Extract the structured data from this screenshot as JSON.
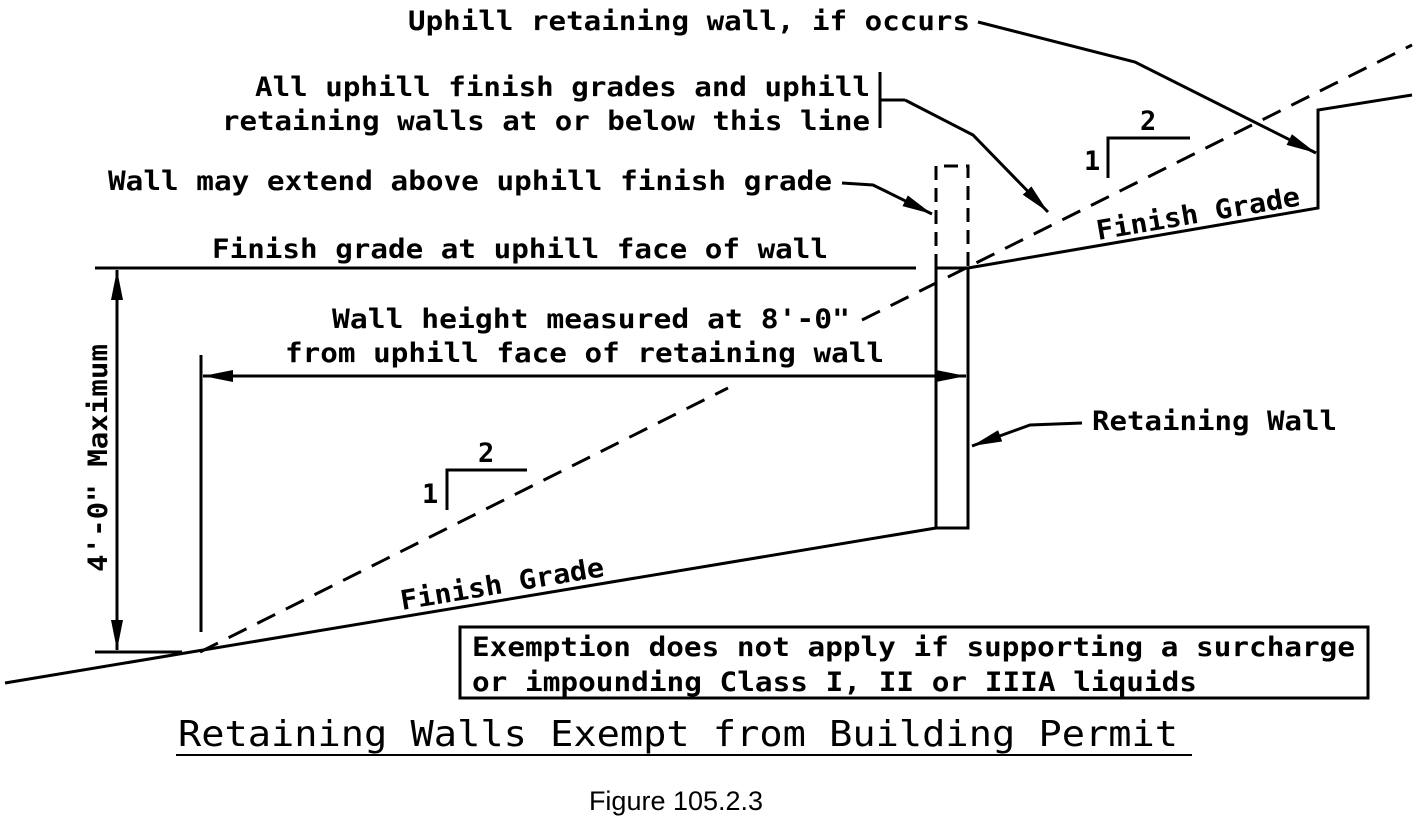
{
  "labels": {
    "uphill_wall": "Uphill retaining wall, if occurs",
    "uphill_grades_1": "All uphill finish grades and uphill",
    "uphill_grades_2": "retaining walls at or below this line",
    "wall_extend": "Wall may extend above uphill finish grade",
    "finish_grade_uphill_face": "Finish grade at uphill face of wall",
    "wall_height_1": "Wall height measured at 8'-0\"",
    "wall_height_2": "from uphill face of retaining wall",
    "retaining_wall": "Retaining Wall",
    "finish_grade_lower": "Finish Grade",
    "finish_grade_upper": "Finish Grade",
    "max_height": "4'-0\" Maximum",
    "slope_rise_lower": "1",
    "slope_run_lower": "2",
    "slope_rise_upper": "1",
    "slope_run_upper": "2"
  },
  "note": {
    "line1": "Exemption does not apply if supporting a surcharge",
    "line2": "or impounding Class I, II or IIIA liquids"
  },
  "title": "Retaining Walls Exempt from Building Permit",
  "caption": "Figure 105.2.3"
}
